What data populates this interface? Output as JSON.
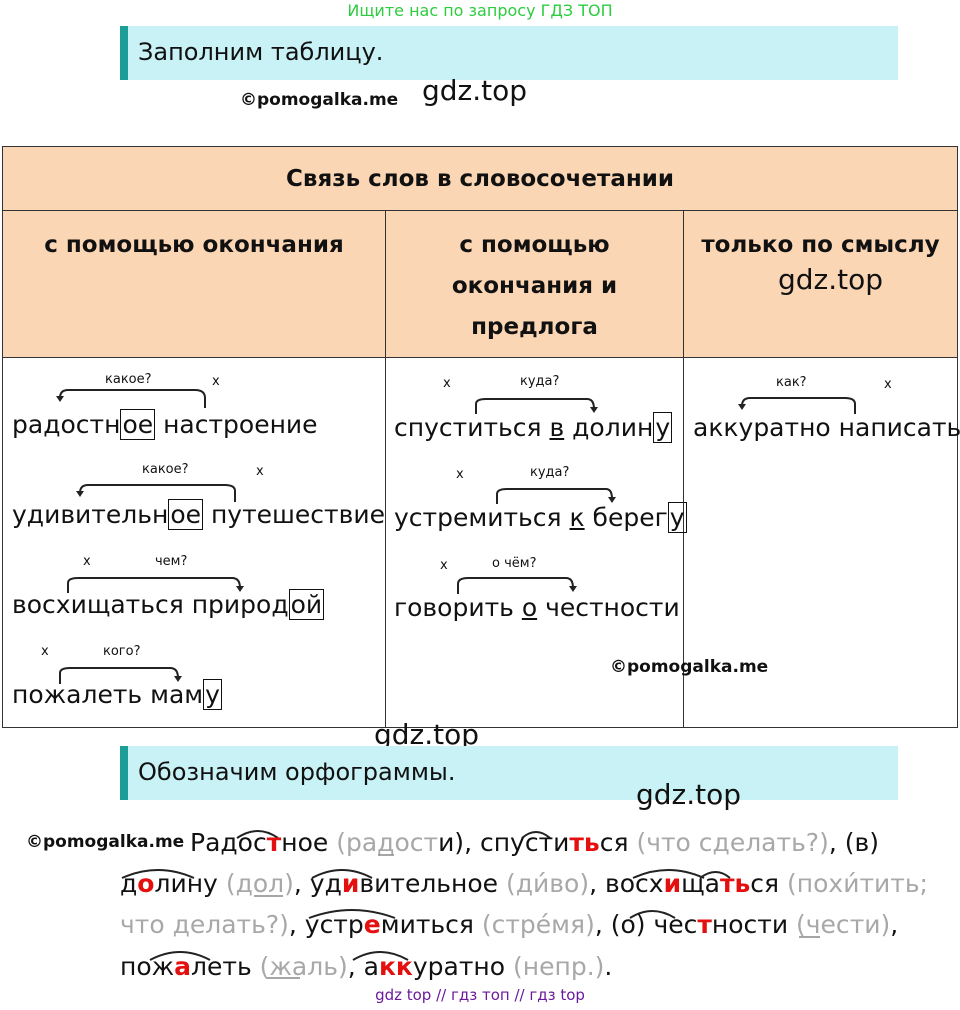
{
  "top_link": "Ищите нас по запросу ГДЗ ТОП",
  "banner1": "Заполним таблицу.",
  "banner2": "Обозначим орфограммы.",
  "copyright": "©pomogalka.me",
  "watermark": "gdz.top",
  "table": {
    "title": "Связь слов в словосочетании",
    "col1": "с помощью окончания",
    "col2": [
      "с помощью",
      "окончания и",
      "предлога"
    ],
    "col3": "только по смыслу"
  },
  "col1_rows": [
    {
      "a": "радостн",
      "box": "ое",
      "b": " настроение",
      "q": "какое?",
      "x": "x"
    },
    {
      "a": "удивительн",
      "box": "ое",
      "b": " путешествие",
      "q": "какое?",
      "x": "x"
    },
    {
      "a": "восхищаться природ",
      "box": "ой",
      "b": "",
      "q": "чем?",
      "x": "x"
    },
    {
      "a": "пожалеть мам",
      "box": "у",
      "b": "",
      "q": "кого?",
      "x": "x"
    }
  ],
  "col2_rows": [
    {
      "a": "спуститься ",
      "prep": "в",
      "b": " долин",
      "box": "у",
      "q": "куда?",
      "x": "x"
    },
    {
      "a": "устремиться ",
      "prep": "к",
      "b": " берег",
      "box": "у",
      "q": "куда?",
      "x": "x"
    },
    {
      "a": "говорить ",
      "prep": "о",
      "b": " честности",
      "box": "",
      "q": "о чём?",
      "x": "x"
    }
  ],
  "col3_rows": [
    {
      "text": "аккуратно написать",
      "q": "как?",
      "x": "x"
    }
  ],
  "ortho": {
    "l1": [
      "Радос",
      "т",
      "ное",
      " (радос",
      "т",
      "и), спусти",
      "ть",
      "ся",
      " (что сделать?)",
      ", (в)"
    ],
    "l2": [
      "д",
      "о",
      "лину ",
      "(дол)",
      ", уд",
      "и",
      "вительное ",
      "(ди́во)",
      ", восх",
      "и",
      "ща",
      "ть",
      "ся ",
      "(похи́тить;"
    ],
    "l3": [
      "что делать?)",
      ", устр",
      "е",
      "миться ",
      "(стре́мя)",
      ", (о) чес",
      "т",
      "ности ",
      "(чес",
      "т",
      "и)",
      ","
    ],
    "l4": [
      "пож",
      "а",
      "леть ",
      "(жаль)",
      ", а",
      "кк",
      "уратно ",
      "(непр.)",
      "."
    ]
  },
  "footer": "gdz top  //  гдз топ  //  гдз top"
}
